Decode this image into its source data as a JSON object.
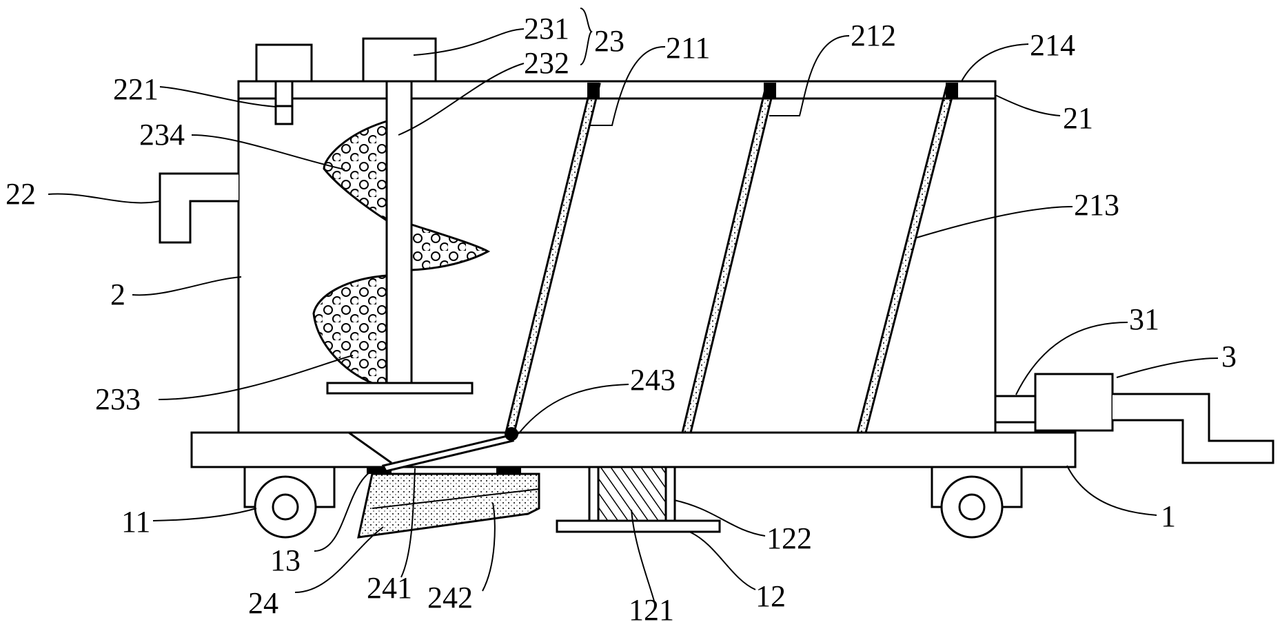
{
  "labels": {
    "l1": "1",
    "l11": "11",
    "l12": "12",
    "l121": "121",
    "l122": "122",
    "l13": "13",
    "l2": "2",
    "l21": "21",
    "l211": "211",
    "l212": "212",
    "l213": "213",
    "l214": "214",
    "l22": "22",
    "l221": "221",
    "l23": "23",
    "l231": "231",
    "l232": "232",
    "l233": "233",
    "l234": "234",
    "l24": "24",
    "l241": "241",
    "l242": "242",
    "l243": "243",
    "l3": "3",
    "l31": "31"
  }
}
